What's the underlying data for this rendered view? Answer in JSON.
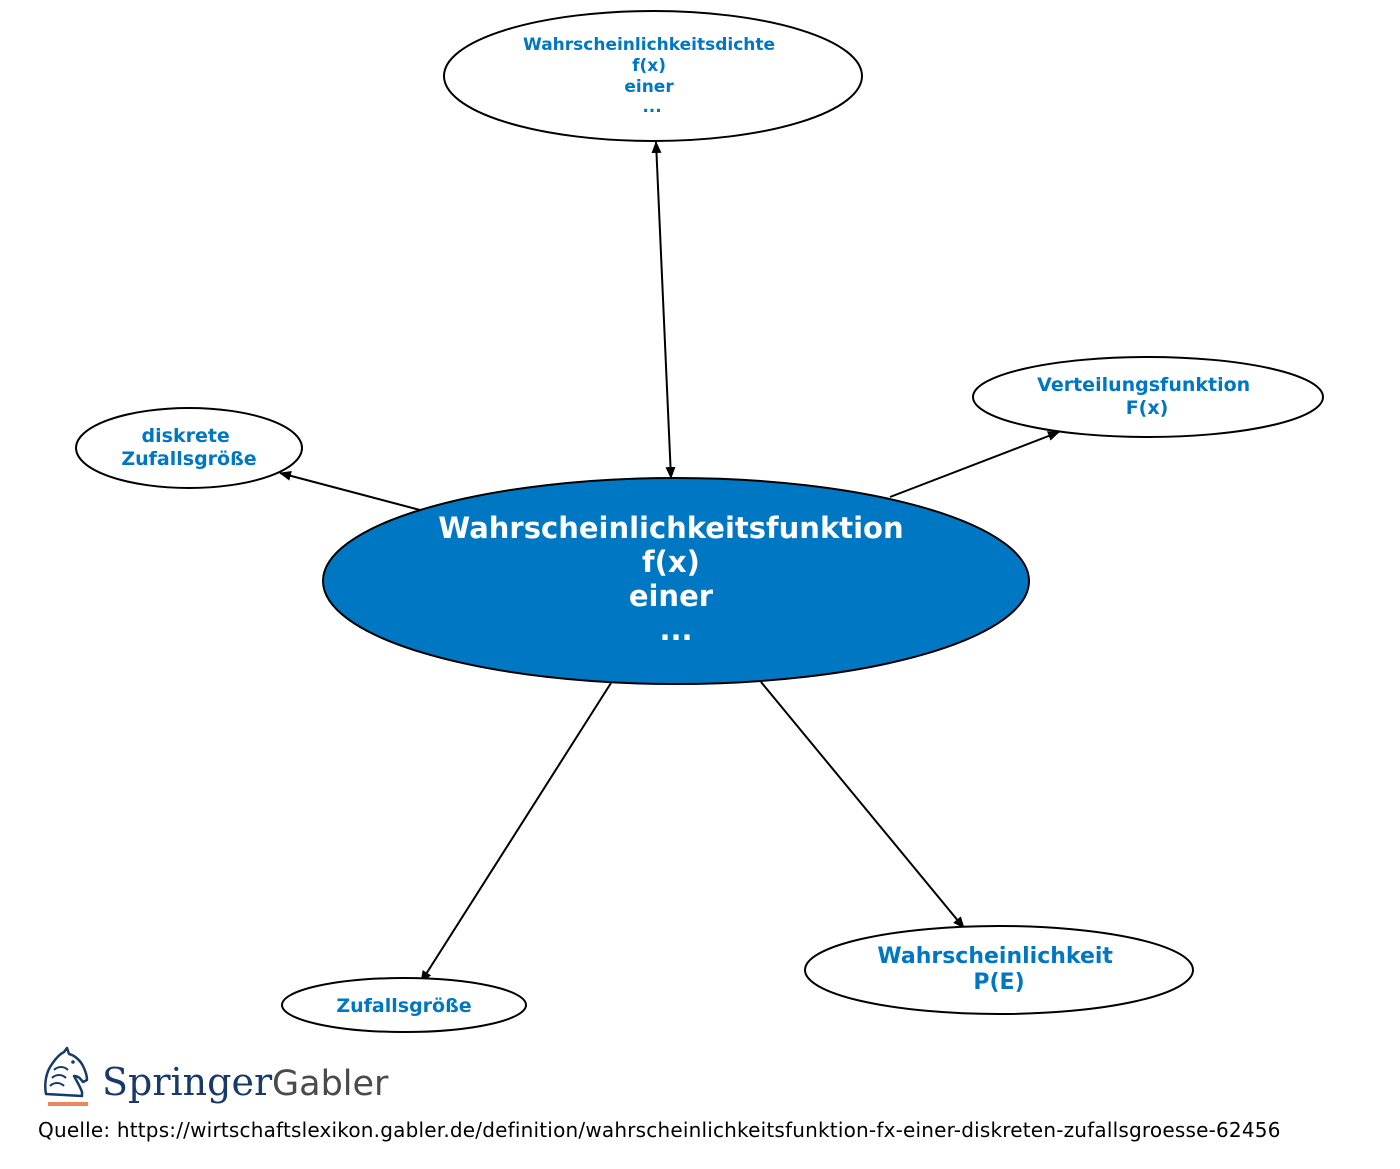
{
  "colors": {
    "accent": "#0077c3",
    "node_fill": "#ffffff",
    "central_fill": "#0077c3",
    "central_text": "#ffffff",
    "edge": "#000000",
    "logo_navy": "#173a6b",
    "logo_gray": "#4a4a4a",
    "logo_underline": "#f0845c"
  },
  "diagram": {
    "central": {
      "lines": [
        "Wahrscheinlichkeitsfunktion",
        "f(x)",
        "einer",
        "..."
      ]
    },
    "nodes": {
      "dichte": {
        "lines": [
          "Wahrscheinlichkeitsdichte",
          "f(x)",
          "einer",
          "..."
        ]
      },
      "verteilung": {
        "lines": [
          "Verteilungsfunktion",
          "F(x)"
        ]
      },
      "diskrete": {
        "lines": [
          "diskrete",
          "Zufallsgröße"
        ]
      },
      "zufall": {
        "lines": [
          "Zufallsgröße"
        ]
      },
      "wahrsch": {
        "lines": [
          "Wahrscheinlichkeit",
          "P(E)"
        ]
      }
    },
    "edges": [
      {
        "from": "central",
        "to": "dichte",
        "bidirectional": true
      },
      {
        "from": "central",
        "to": "verteilung",
        "bidirectional": false
      },
      {
        "from": "central",
        "to": "diskrete",
        "bidirectional": false
      },
      {
        "from": "central",
        "to": "zufall",
        "bidirectional": false
      },
      {
        "from": "central",
        "to": "wahrsch",
        "bidirectional": false
      }
    ]
  },
  "footer": {
    "logo_springer": "Springer",
    "logo_gabler": "Gabler",
    "logo_icon": "knight-horse-icon",
    "source_text": "Quelle: https://wirtschaftslexikon.gabler.de/definition/wahrscheinlichkeitsfunktion-fx-einer-diskreten-zufallsgroesse-62456"
  }
}
